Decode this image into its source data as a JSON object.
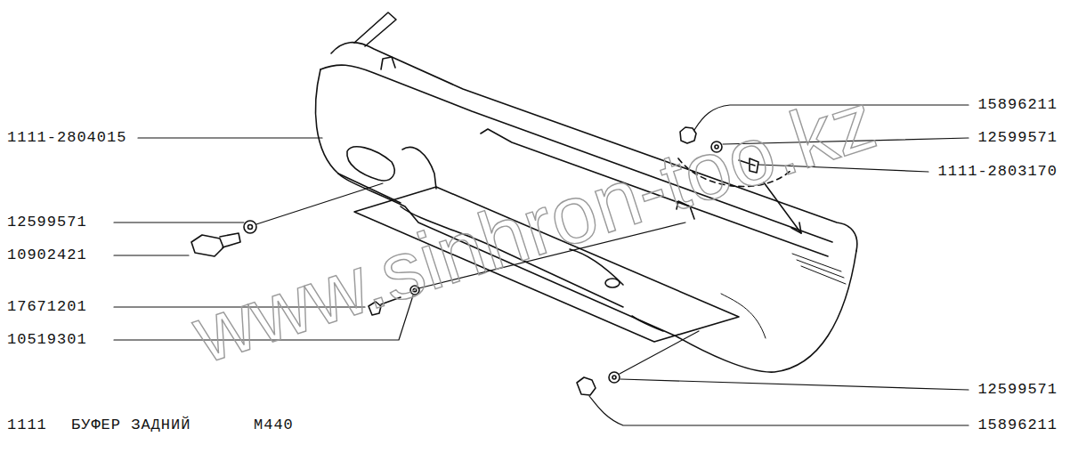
{
  "diagram": {
    "labels": [
      "1111-2804015",
      "12599571",
      "10902421",
      "17671201",
      "10519301",
      "15896211",
      "12599571",
      "1111-2803170",
      "12599571",
      "15896211",
      "1111",
      "БУФЕР ЗАДНИЙ",
      "М440",
      "www.sinhron-too.kz"
    ]
  }
}
